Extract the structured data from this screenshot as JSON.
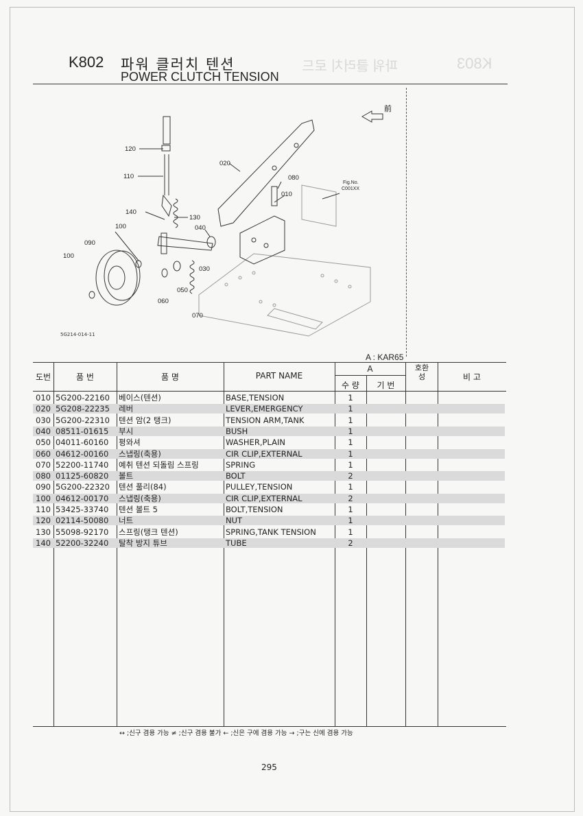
{
  "header": {
    "code": "K802",
    "title_ko": "파워 클러치 텐션",
    "title_en": "POWER CLUTCH TENSION"
  },
  "diagram": {
    "fig_code": "5G214-014-11",
    "front_label": "前",
    "fig_no_label": "Fig.No.",
    "fig_no_value": "C001XX",
    "callouts": [
      "120",
      "110",
      "140",
      "130",
      "100",
      "090",
      "100",
      "040",
      "030",
      "060",
      "050",
      "070",
      "020",
      "080",
      "010"
    ]
  },
  "table": {
    "variant_label": "A : KAR65",
    "headers": {
      "ref_no": "도번",
      "part_no": "품 번",
      "part_name_ko": "품 명",
      "part_name_en": "PART NAME",
      "group_a": "A",
      "qty": "수 량",
      "code": "기 번",
      "interchange": "호환성",
      "remarks": "비 고"
    },
    "rows": [
      {
        "ref": "010",
        "part_no": "5G200-22160",
        "name_ko": "베이스(텐션)",
        "name_en": "BASE,TENSION",
        "qty": "1"
      },
      {
        "ref": "020",
        "part_no": "5G208-22235",
        "name_ko": "레버",
        "name_en": "LEVER,EMERGENCY",
        "qty": "1"
      },
      {
        "ref": "030",
        "part_no": "5G200-22310",
        "name_ko": "텐션 암(2 탱크)",
        "name_en": "TENSION ARM,TANK",
        "qty": "1"
      },
      {
        "ref": "040",
        "part_no": "08511-01615",
        "name_ko": "부시",
        "name_en": "BUSH",
        "qty": "1"
      },
      {
        "ref": "050",
        "part_no": "04011-60160",
        "name_ko": "평와셔",
        "name_en": "WASHER,PLAIN",
        "qty": "1"
      },
      {
        "ref": "060",
        "part_no": "04612-00160",
        "name_ko": "스냅링(축용)",
        "name_en": "CIR CLIP,EXTERNAL",
        "qty": "1"
      },
      {
        "ref": "070",
        "part_no": "52200-11740",
        "name_ko": "예취 텐션 되돌림 스프링",
        "name_en": "SPRING",
        "qty": "1"
      },
      {
        "ref": "080",
        "part_no": "01125-60820",
        "name_ko": "볼트",
        "name_en": "BOLT",
        "qty": "2"
      },
      {
        "ref": "090",
        "part_no": "5G200-22320",
        "name_ko": "텐션 풀리(84)",
        "name_en": "PULLEY,TENSION",
        "qty": "1"
      },
      {
        "ref": "100",
        "part_no": "04612-00170",
        "name_ko": "스냅링(축용)",
        "name_en": "CIR CLIP,EXTERNAL",
        "qty": "2"
      },
      {
        "ref": "110",
        "part_no": "53425-33740",
        "name_ko": "텐션 볼트 5",
        "name_en": "BOLT,TENSION",
        "qty": "1"
      },
      {
        "ref": "120",
        "part_no": "02114-50080",
        "name_ko": "너트",
        "name_en": "NUT",
        "qty": "1"
      },
      {
        "ref": "130",
        "part_no": "55098-92170",
        "name_ko": "스프링(탱크 텐션)",
        "name_en": "SPRING,TANK TENSION",
        "qty": "1"
      },
      {
        "ref": "140",
        "part_no": "52200-32240",
        "name_ko": "탈착 방지 튜브",
        "name_en": "TUBE",
        "qty": "2"
      }
    ]
  },
  "legend": "↔ ;신구 겸용 가능   ≠ ;신구 겸용 불가   ← ;신은 구에 겸용 가능   → ;구는 신에 겸용 가능",
  "page_number": "295",
  "colors": {
    "shade": "#dadada",
    "ink": "#222222",
    "ghost": "#d8d8d8"
  }
}
